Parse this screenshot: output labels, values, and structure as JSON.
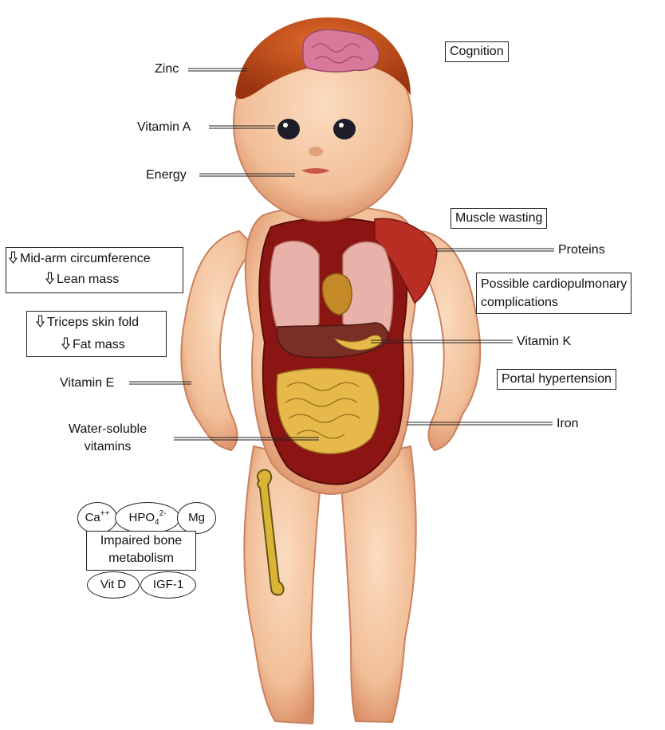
{
  "labels": {
    "zinc": "Zinc",
    "vitamin_a": "Vitamin A",
    "energy": "Energy",
    "vitamin_e": "Vitamin E",
    "water_soluble_1": "Water-soluble",
    "water_soluble_2": "vitamins",
    "proteins": "Proteins",
    "vitamin_k": "Vitamin K",
    "iron": "Iron"
  },
  "boxes": {
    "cognition": "Cognition",
    "muscle_wasting": "Muscle wasting",
    "cardio_1": "Possible cardiopulmonary",
    "cardio_2": "complications",
    "portal_hypertension": "Portal hypertension",
    "mid_arm": "Mid-arm circumference",
    "lean_mass": "Lean mass",
    "triceps": "Triceps skin fold",
    "fat_mass": "Fat mass"
  },
  "bone": {
    "ca": "Ca",
    "ca_charge": "++",
    "hpo": "HPO",
    "hpo_sub": "4",
    "hpo_charge": "2-",
    "mg": "Mg",
    "impaired_1": "Impaired bone",
    "impaired_2": "metabolism",
    "vitd": "Vit D",
    "igf": "IGF-1"
  },
  "colors": {
    "skin": "#f5c9a6",
    "skin_shadow": "#e3a07d",
    "hair": "#c2521c",
    "cavity": "#8b1512",
    "lungs": "#e8b2ab",
    "liver": "#7a2f25",
    "intestine": "#e6b94a",
    "heart": "#c58a28",
    "brain": "#d8789a",
    "bone": "#d9b437"
  },
  "icons": [
    "down-arrow-icon"
  ]
}
